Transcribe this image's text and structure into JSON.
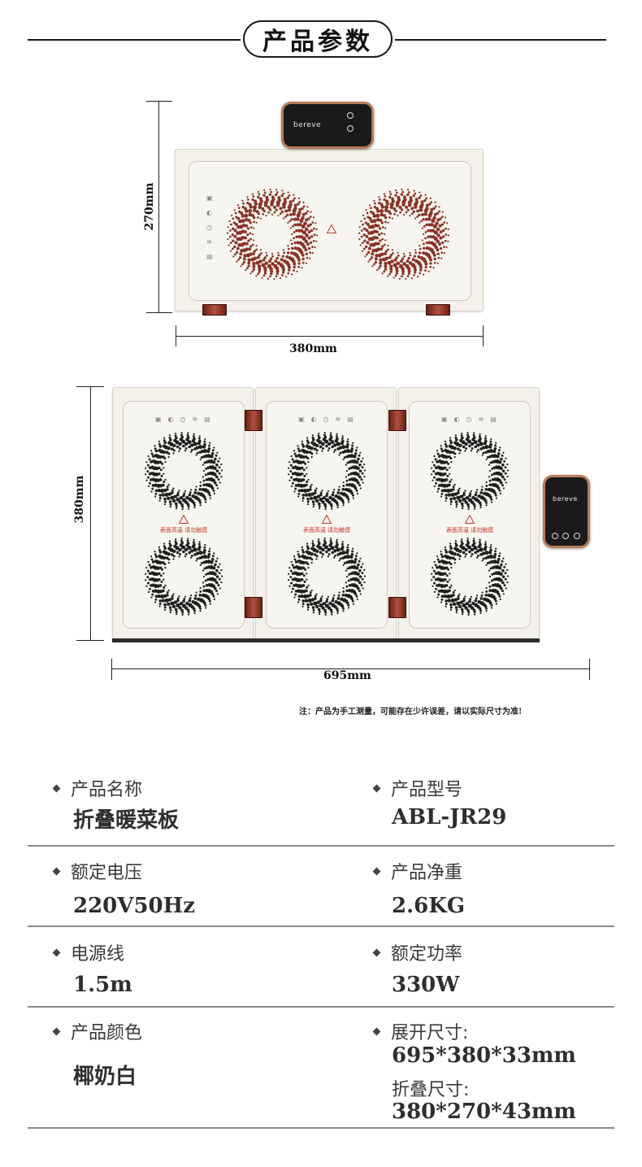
{
  "header": {
    "title": "产品参数"
  },
  "folded": {
    "height_label": "270mm",
    "width_label": "380mm",
    "brand": "bereve"
  },
  "unfolded": {
    "height_label": "380mm",
    "width_label": "695mm",
    "brand": "bereve",
    "warning": "表面高温 请勿触摸"
  },
  "note": "注：产品为手工测量，可能存在少许误差，请以实际尺寸为准!",
  "specs": {
    "name_label": "产品名称",
    "name_value": "折叠暖菜板",
    "model_label": "产品型号",
    "model_value": "ABL-JR29",
    "voltage_label": "额定电压",
    "voltage_value": "220V50Hz",
    "weight_label": "产品净重",
    "weight_value": "2.6KG",
    "cord_label": "电源线",
    "cord_value": "1.5m",
    "power_label": "额定功率",
    "power_value": "330W",
    "color_label": "产品颜色",
    "color_value": "椰奶白",
    "unfold_label": "展开尺寸:",
    "unfold_value": "695*380*33mm",
    "fold_label": "折叠尺寸:",
    "fold_value": "380*270*43mm"
  },
  "colors": {
    "accent_copper": "#b87a5a",
    "hinge": "#8c2e22",
    "dot": "#7a2a22",
    "panel": "#f4f1ea"
  }
}
